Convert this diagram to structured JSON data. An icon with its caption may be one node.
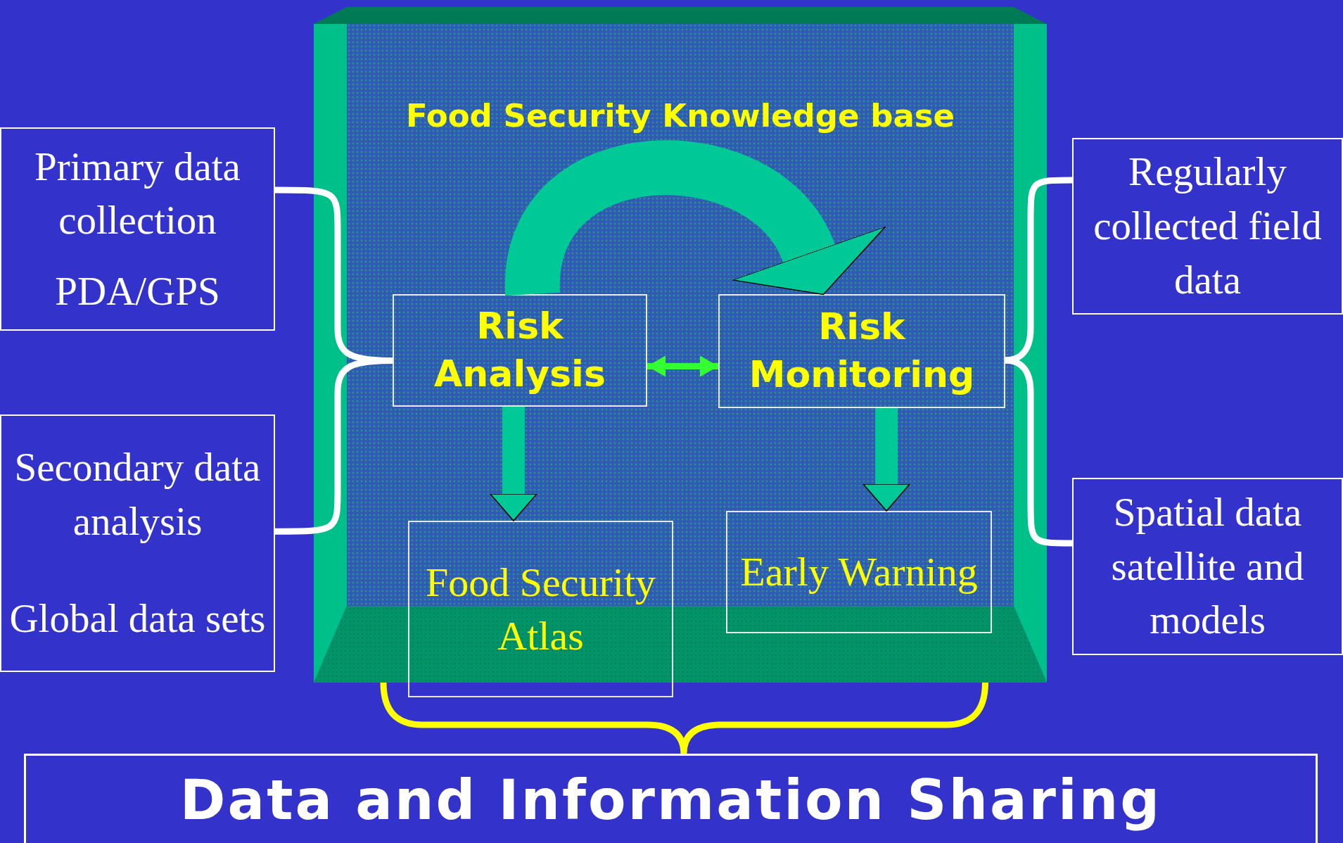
{
  "diagram": {
    "nodes": [
      {
        "text": [
          "Primary data collection",
          "PDA/GPS"
        ]
      },
      {
        "text": [
          "Secondary data analysis",
          "Global data sets"
        ]
      },
      {
        "text": [
          "Food Security Knowledge base"
        ]
      },
      {
        "text": [
          "Risk Analysis"
        ],
        "in": 2
      },
      {
        "text": [
          "Risk Monitoring"
        ],
        "in": 2
      },
      {
        "text": [
          "Food Security Atlas"
        ]
      },
      {
        "text": [
          "Early Warning"
        ]
      },
      {
        "text": [
          "Regularly collected field data"
        ]
      },
      {
        "text": [
          "Spatial data satellite and models"
        ]
      },
      {
        "text": [
          "Data and Information Sharing"
        ]
      }
    ],
    "edges": [
      {
        "from": 3,
        "to": 4,
        "arrow": "to",
        "style": "thick",
        "color": "#00c896"
      },
      {
        "from": 3,
        "to": 4,
        "arrow": "both",
        "color": "#33ff33"
      },
      {
        "from": 3,
        "to": 5,
        "arrow": "to",
        "style": "thick",
        "color": "#00c896"
      },
      {
        "from": 4,
        "to": 6,
        "arrow": "to",
        "style": "thick",
        "color": "#00c896"
      },
      {
        "from": 0,
        "to": 3,
        "arrow": "none"
      },
      {
        "from": 1,
        "to": 3,
        "arrow": "none"
      },
      {
        "from": 7,
        "to": 4,
        "arrow": "none"
      },
      {
        "from": 8,
        "to": 4,
        "arrow": "none"
      },
      {
        "from": 2,
        "to": 9,
        "arrow": "none",
        "color": "#ffff00"
      }
    ]
  }
}
